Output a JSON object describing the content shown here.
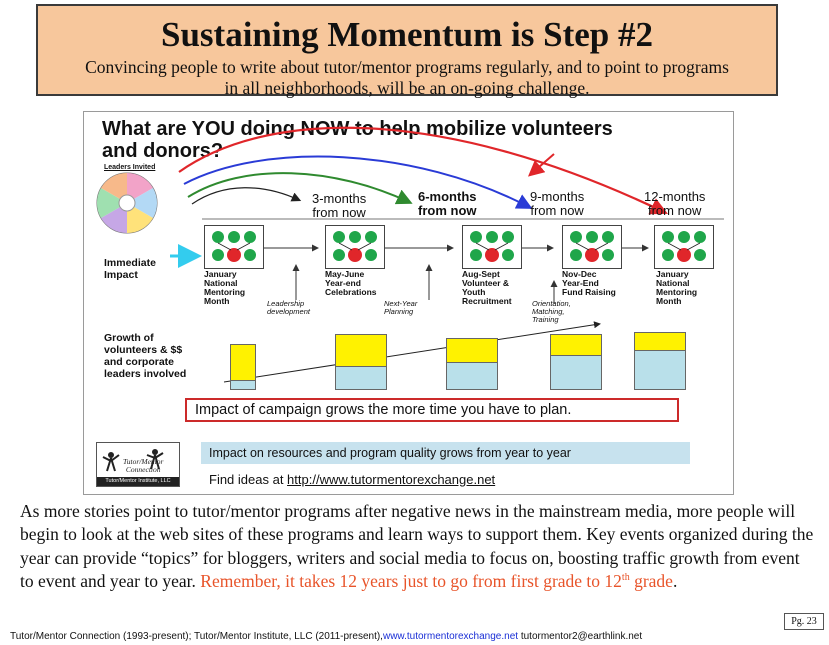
{
  "header": {
    "title": "Sustaining Momentum is Step #2",
    "subtitle_line1": "Convincing people to write about tutor/mentor programs regularly, and to point to programs",
    "subtitle_line2": "in all neighborhoods, will be an on-going challenge."
  },
  "figure": {
    "question_line1": "What are YOU doing NOW to help mobilize volunteers",
    "question_line2": "and donors?",
    "wheel_caption": "Leaders Invited",
    "periods": [
      {
        "line1": "3-months",
        "line2": "from now"
      },
      {
        "line1": "6-months",
        "line2": "from now"
      },
      {
        "line1": "9-months",
        "line2": "from now"
      },
      {
        "line1": "12-months",
        "line2": "from now"
      }
    ],
    "immediate_label_line1": "Immediate",
    "immediate_label_line2": "Impact",
    "events": [
      {
        "l1": "January",
        "l2": "National",
        "l3": "Mentoring",
        "l4": "Month"
      },
      {
        "l1": "May-June",
        "l2": "Year-end",
        "l3": "Celebrations",
        "l4": ""
      },
      {
        "l1": "Aug-Sept",
        "l2": "Volunteer &",
        "l3": "Youth",
        "l4": "Recruitment"
      },
      {
        "l1": "Nov-Dec",
        "l2": "Year-End",
        "l3": "Fund Raising",
        "l4": ""
      },
      {
        "l1": "January",
        "l2": "National",
        "l3": "Mentoring",
        "l4": "Month"
      }
    ],
    "notes": {
      "leadership_l1": "Leadership",
      "leadership_l2": "development",
      "planning_l1": "Next-Year",
      "planning_l2": "Planning",
      "orientation_l1": "Orientation,",
      "orientation_l2": "Matching,",
      "orientation_l3": "Training"
    },
    "growth_label": [
      "Growth of",
      "volunteers & $$",
      "and corporate",
      "leaders involved"
    ],
    "growth_bars": [
      {
        "yellow": 0.75,
        "blue": 0.25
      },
      {
        "yellow": 0.55,
        "blue": 0.45
      },
      {
        "yellow": 0.45,
        "blue": 0.55
      },
      {
        "yellow": 0.35,
        "blue": 0.65
      },
      {
        "yellow": 0.3,
        "blue": 0.7
      }
    ],
    "campaign_text": "Impact of campaign grows the more time you have to plan.",
    "resources_text": "Impact on resources and program quality grows from year to year",
    "find_prefix": "Find ideas at ",
    "find_url": "http://www.tutormentorexchange.net",
    "logo_name_l1": "Tutor/Mentor",
    "logo_name_l2": "Connection",
    "logo_bar": "Tutor/Mentor Institute, LLC",
    "colors": {
      "arrow_red": "#e0262a",
      "arrow_blue": "#2a3bd6",
      "arrow_green": "#2f8a2f",
      "node_green": "#1fa64a",
      "node_red": "#e0262a",
      "bar_yellow": "#fff200",
      "bar_blue": "#b9e0ea",
      "cyan_arrow": "#33ccee"
    }
  },
  "body": {
    "text": "As more stories point to tutor/mentor programs after negative news in the mainstream media, more people will begin to look at the web sites of these programs and learn ways to support them.  Key events organized during the year can provide “topics” for bloggers, writers and social media to focus on, boosting traffic growth from event to event and year to year. ",
    "red_text": "Remember, it takes 12 years just to go from first grade to 12",
    "red_sup": "th",
    "red_tail": " grade",
    "period": "."
  },
  "page_number": "Pg. 23",
  "footer": {
    "prefix": "Tutor/Mentor Connection (1993-present); Tutor/Mentor Institute, LLC (2011-present),",
    "link": "www.tutormentorexchange.net",
    "email": "   tutormentor2@earthlink.net"
  }
}
